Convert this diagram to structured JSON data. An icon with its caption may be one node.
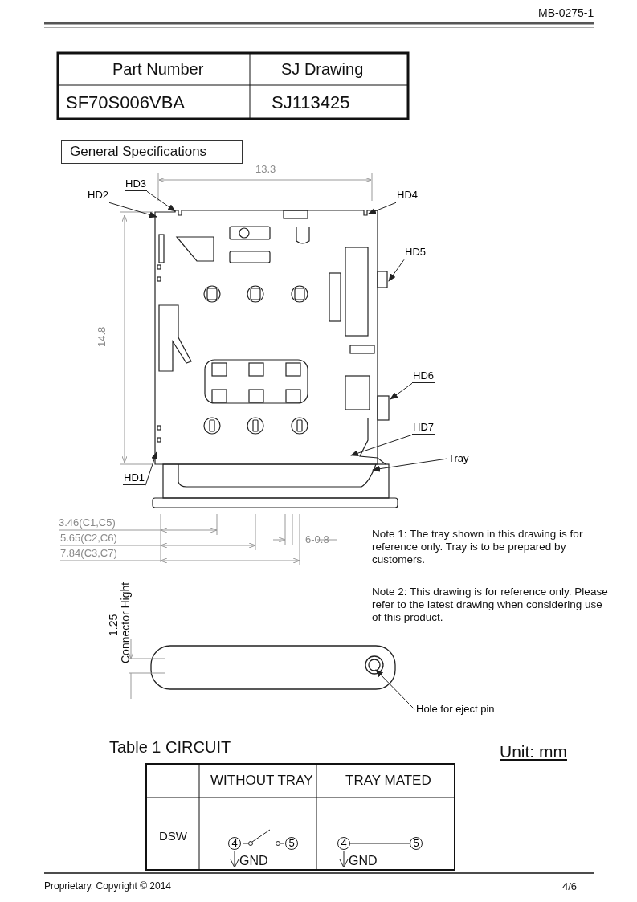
{
  "diagram": {
    "nodes": [
      {
        "text": [
          "HD3"
        ]
      },
      {
        "text": [
          "HD2"
        ]
      },
      {
        "text": [
          "HD4"
        ]
      },
      {
        "text": [
          "HD5"
        ]
      },
      {
        "text": [
          "HD6"
        ]
      },
      {
        "text": [
          "HD7"
        ]
      },
      {
        "text": [
          "Tray"
        ]
      },
      {
        "text": [
          "HD1"
        ]
      },
      {
        "text": [
          "Hole for eject pin"
        ]
      },
      {
        "text": [
          "4"
        ]
      },
      {
        "text": [
          "5"
        ]
      },
      {
        "text": [
          "4"
        ]
      },
      {
        "text": [
          "5"
        ]
      }
    ],
    "edges": [
      {
        "from": 0,
        "to": null,
        "arrow": "to"
      },
      {
        "from": 1,
        "to": null,
        "arrow": "to"
      },
      {
        "from": 2,
        "to": null,
        "arrow": "to"
      },
      {
        "from": 3,
        "to": null,
        "arrow": "to"
      },
      {
        "from": 4,
        "to": null,
        "arrow": "to"
      },
      {
        "from": 5,
        "to": null,
        "arrow": "to"
      },
      {
        "from": 6,
        "to": null,
        "arrow": "to"
      },
      {
        "from": 7,
        "to": null,
        "arrow": "to"
      },
      {
        "from": 8,
        "to": null,
        "arrow": "to"
      },
      {
        "from": 11,
        "to": 12,
        "arrow": "none"
      }
    ],
    "labels": [
      "MB-0275-1",
      "Part Number",
      "SJ Drawing",
      "SF70S006VBA",
      "SJ113425",
      "General Specifications",
      "13.3",
      "14.8",
      "3.46(C1,C5)",
      "5.65(C2,C6)",
      "7.84(C3,C7)",
      "6-0.8",
      "Note 1:  The tray shown in this drawing is for reference only. Tray is to be prepared by customers.",
      "Note 2: This drawing is for reference only. Please refer to the latest drawing when considering use of this product.",
      "1.25",
      "Connector Hight",
      "Table 1  CIRCUIT",
      "Unit: mm",
      "WITHOUT TRAY",
      "TRAY MATED",
      "DSW",
      "GND",
      "GND",
      "Proprietary. Copyright © 2014",
      "4/6"
    ]
  }
}
